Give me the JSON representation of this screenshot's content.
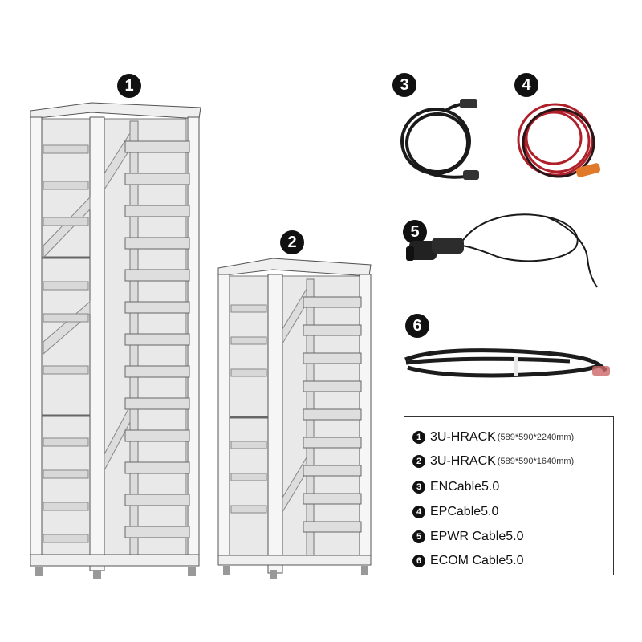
{
  "badges": [
    "1",
    "2",
    "3",
    "4",
    "5",
    "6"
  ],
  "legend": [
    {
      "num": "1",
      "name": "3U-HRACK",
      "spec": "(589*590*2240mm)"
    },
    {
      "num": "2",
      "name": "3U-HRACK",
      "spec": "(589*590*1640mm)"
    },
    {
      "num": "3",
      "name": "ENCable5.0",
      "spec": ""
    },
    {
      "num": "4",
      "name": "EPCable5.0",
      "spec": ""
    },
    {
      "num": "5",
      "name": "EPWR Cable5.0",
      "spec": ""
    },
    {
      "num": "6",
      "name": "ECOM Cable5.0",
      "spec": ""
    }
  ],
  "colors": {
    "rack": "#e6e6e6",
    "frame": "#f4f4f4",
    "outline": "#555555",
    "black_cable": "#1a1a1a",
    "red_cable": "#b0202a",
    "orange_plug": "#e07a2a"
  }
}
